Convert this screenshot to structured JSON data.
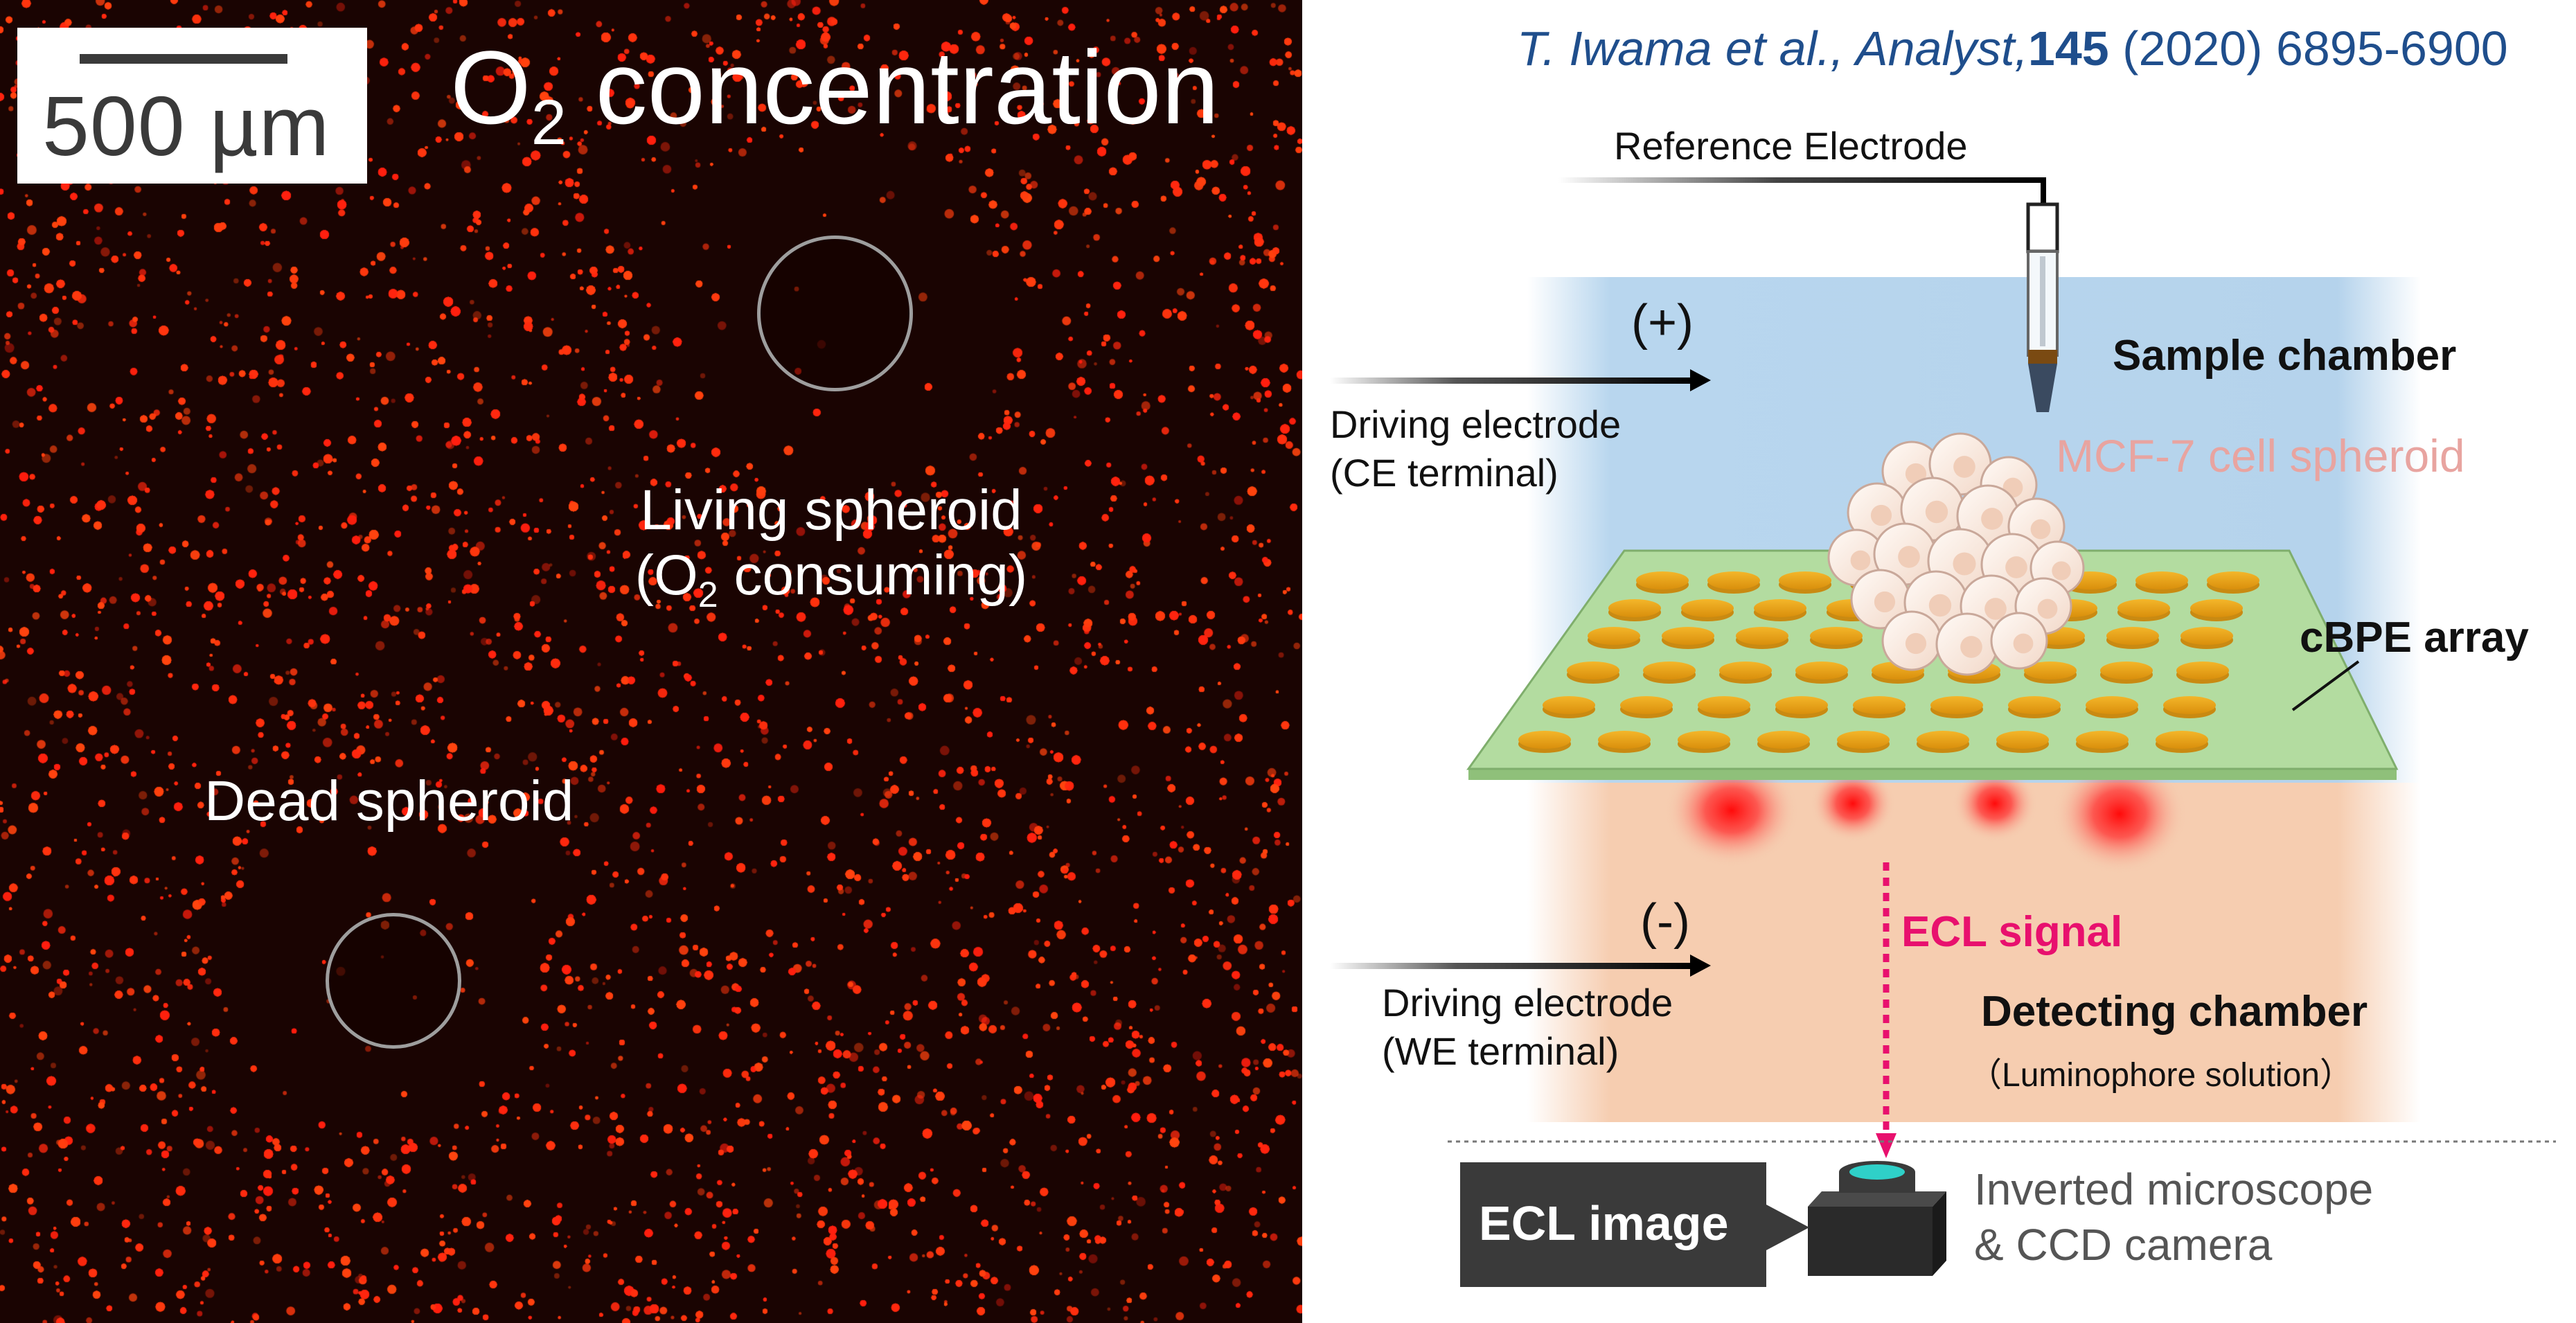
{
  "left_panel": {
    "scale_bar_label": "500 µm",
    "title_prefix": "O",
    "title_subscript": "2",
    "title_suffix": " concentration",
    "living_label_line1": "Living spheroid",
    "living_label_line2_prefix": "(O",
    "living_label_line2_sub": "2",
    "living_label_line2_suffix": " consuming)",
    "dead_label": "Dead spheroid",
    "colors": {
      "background": "#1a0402",
      "dots": "#ff2a12"
    }
  },
  "citation": {
    "authors": "T. Iwama et al., Analyst,",
    "volume": "145",
    "pages": " (2020) 6895-6900"
  },
  "diagram": {
    "reference_electrode": "Reference  Electrode",
    "plus_sign": "(+)",
    "minus_sign": "(-)",
    "driving_ce_line1": "Driving electrode",
    "driving_ce_line2": "(CE terminal)",
    "driving_we_line1": "Driving electrode",
    "driving_we_line2": "(WE terminal)",
    "sample_chamber": "Sample chamber",
    "mcf7": "MCF-7 cell spheroid",
    "cbpe": "cBPE array",
    "ecl_signal": "ECL signal",
    "detecting_chamber": "Detecting chamber",
    "luminophore": "（Luminophore  solution）",
    "ecl_image": "ECL image",
    "microscope_line1": "Inverted microscope",
    "microscope_line2": "& CCD camera",
    "colors": {
      "sample_chamber": "#b5d3ec",
      "detecting_chamber": "#f6cdb0",
      "ecl_signal": "#e8106e",
      "citation": "#1f4e8c",
      "electrode_pads": "#e8a516",
      "chip": "#b3dca0"
    }
  }
}
